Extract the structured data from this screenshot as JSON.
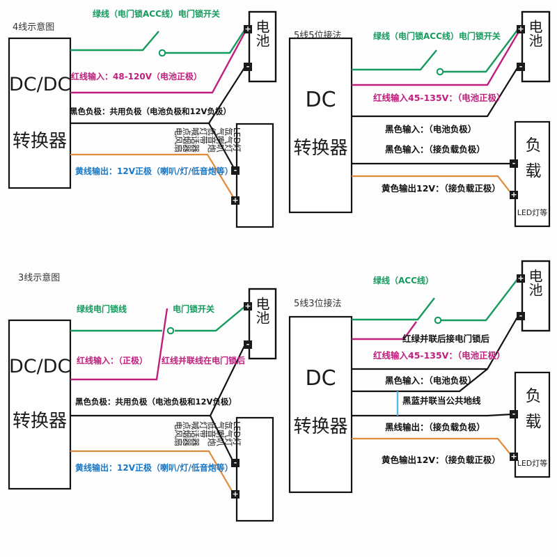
{
  "meta": {
    "colors": {
      "green": "#159a5e",
      "magenta": "#c01f7d",
      "black": "#111111",
      "orange": "#e08b3a",
      "lightblue": "#5bb8e8",
      "blue_text": "#1878c8",
      "background": "#fdfdfd"
    }
  },
  "panels": [
    {
      "id": "panel-4wire",
      "title": "4线示意图",
      "converter": {
        "line1": "DC/DC",
        "line2": "转换器"
      },
      "battery": {
        "label": "电池",
        "plus": "+",
        "minus": "-"
      },
      "load": {
        "label": "LED灯\n氙气灯\n气喇叭\n低音炮\n灯带\n喊话器\n点烟器\n电风扇",
        "plus": "+",
        "minus": "-"
      },
      "labels": [
        {
          "id": "green-acc",
          "text": "绿线（电门锁ACC线）电门锁开关",
          "color": "green"
        },
        {
          "id": "red-input",
          "text": "红线输入：48-120V（电池正极）",
          "color": "magenta"
        },
        {
          "id": "black-neg",
          "text": "黑色负极：共用负极（电池负极和12V负极）",
          "color": "black"
        },
        {
          "id": "yellow-out",
          "text": "黄线输出：12V正极（喇叭/灯/低音炮等）",
          "color": "blue"
        }
      ]
    },
    {
      "id": "panel-5wire-5pos",
      "title": "5线5位接法",
      "converter": {
        "line1": "DC",
        "line2": "转换器"
      },
      "battery": {
        "label": "电池",
        "plus": "+",
        "minus": "-"
      },
      "load": {
        "label": "负载",
        "sub": "LED灯等",
        "plus": "+",
        "minus": "-"
      },
      "labels": [
        {
          "id": "green-acc",
          "text": "绿线（电门锁ACC线）电门锁开关",
          "color": "green"
        },
        {
          "id": "red-input",
          "text": "红线输入45-135V：（电池正极）",
          "color": "magenta"
        },
        {
          "id": "black-in-batt",
          "text": "黑色输入：（电池负极）",
          "color": "black"
        },
        {
          "id": "black-in-load",
          "text": "黑色输入：（接负载负极）",
          "color": "black"
        },
        {
          "id": "yellow-out",
          "text": "黄色输出12V：（接负载正极）",
          "color": "black"
        }
      ]
    },
    {
      "id": "panel-3wire",
      "title": "3线示意图",
      "converter": {
        "line1": "DC/DC",
        "line2": "转换器"
      },
      "battery": {
        "label": "电池",
        "plus": "+",
        "minus": "-"
      },
      "load": {
        "label": "LED灯\n氙气灯\n气喇叭\n低音炮\n灯带\n喊话器\n点烟器\n电风扇",
        "plus": "+",
        "minus": "-"
      },
      "labels": [
        {
          "id": "green-lock",
          "text": "绿线电门锁线",
          "color": "green"
        },
        {
          "id": "lock-switch",
          "text": "电门锁开关",
          "color": "green"
        },
        {
          "id": "red-input",
          "text": "红线输入：（正极）",
          "color": "magenta"
        },
        {
          "id": "red-parallel",
          "text": "红线并联线在电门锁后",
          "color": "magenta"
        },
        {
          "id": "black-neg",
          "text": "黑色负极：共用负极（电池负极和12V负极）",
          "color": "black"
        },
        {
          "id": "yellow-out",
          "text": "黄线输出：12V正极（喇叭/灯/低音炮等）",
          "color": "blue"
        }
      ]
    },
    {
      "id": "panel-5wire-3pos",
      "title": "5线3位接法",
      "converter": {
        "line1": "DC",
        "line2": "转换器"
      },
      "battery": {
        "label": "电池",
        "plus": "+",
        "minus": "-"
      },
      "load": {
        "label": "负载",
        "sub": "LED灯等",
        "plus": "+",
        "minus": "-"
      },
      "labels": [
        {
          "id": "green-acc",
          "text": "绿线（ACC线）",
          "color": "green"
        },
        {
          "id": "red-green-parallel",
          "text": "红绿并联后接电门锁后",
          "color": "black"
        },
        {
          "id": "red-input",
          "text": "红线输入45-135V：（电池正极）",
          "color": "magenta"
        },
        {
          "id": "black-in-batt",
          "text": "黑色输入：（电池负极）",
          "color": "black"
        },
        {
          "id": "black-blue-common",
          "text": "黑蓝并联当公共地线",
          "color": "black"
        },
        {
          "id": "black-out-load",
          "text": "黑线输出：（接负载负极）",
          "color": "black"
        },
        {
          "id": "yellow-out",
          "text": "黄色输出12V：（接负载正极）",
          "color": "black"
        }
      ]
    }
  ]
}
